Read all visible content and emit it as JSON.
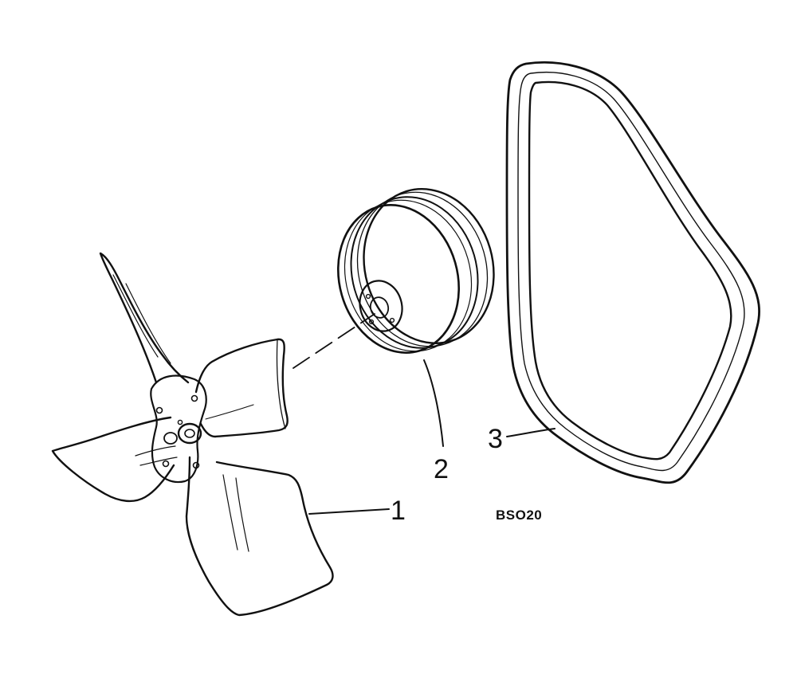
{
  "parts": [
    {
      "id": "fan",
      "label": "1",
      "icon": "fan-blade-icon"
    },
    {
      "id": "pulley",
      "label": "2",
      "icon": "pulley-icon"
    },
    {
      "id": "belt",
      "label": "3",
      "icon": "drive-belt-icon"
    }
  ],
  "reference_code": "BSO20",
  "colors": {
    "ink": "#111111",
    "paper": "#ffffff"
  }
}
